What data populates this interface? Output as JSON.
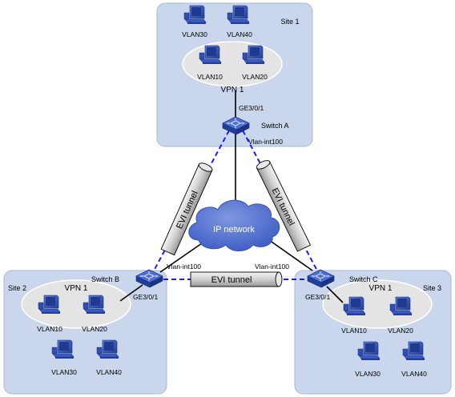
{
  "sites": {
    "site1": {
      "label": "Site 1",
      "vpn": "VPN 1",
      "top_vlans": [
        "VLAN30",
        "VLAN40"
      ],
      "vpn_vlans": [
        "VLAN10",
        "VLAN20"
      ]
    },
    "site2": {
      "label": "Site 2",
      "vpn": "VPN 1",
      "vpn_vlans": [
        "VLAN10",
        "VLAN20"
      ],
      "bottom_vlans": [
        "VLAN30",
        "VLAN40"
      ]
    },
    "site3": {
      "label": "Site 3",
      "vpn": "VPN 1",
      "vpn_vlans": [
        "VLAN10",
        "VLAN20"
      ],
      "bottom_vlans": [
        "VLAN30",
        "VLAN40"
      ]
    }
  },
  "switches": {
    "a": {
      "name": "Switch A",
      "port": "GE3/0/1",
      "vlan_int": "Vlan-int100"
    },
    "b": {
      "name": "Switch B",
      "port": "GE3/0/1",
      "vlan_int": "Vlan-int100"
    },
    "c": {
      "name": "Switch C",
      "port": "GE3/0/1",
      "vlan_int": "Vlan-int100"
    }
  },
  "tunnels": {
    "ab": "EVI tunnel",
    "ac": "EVI tunnel",
    "bc": "EVI tunnel"
  },
  "cloud": {
    "label": "IP network"
  },
  "colors": {
    "site_fill": "#c9d6ec",
    "site_stroke": "#a8b8d6",
    "vpn_fill": "#e4e4e4",
    "tunnel_dash": "#1a1aff",
    "cloud_fill": "#4e6fcf",
    "switch_fill": "#2f4fb5",
    "pc_fill": "#3050b8"
  }
}
